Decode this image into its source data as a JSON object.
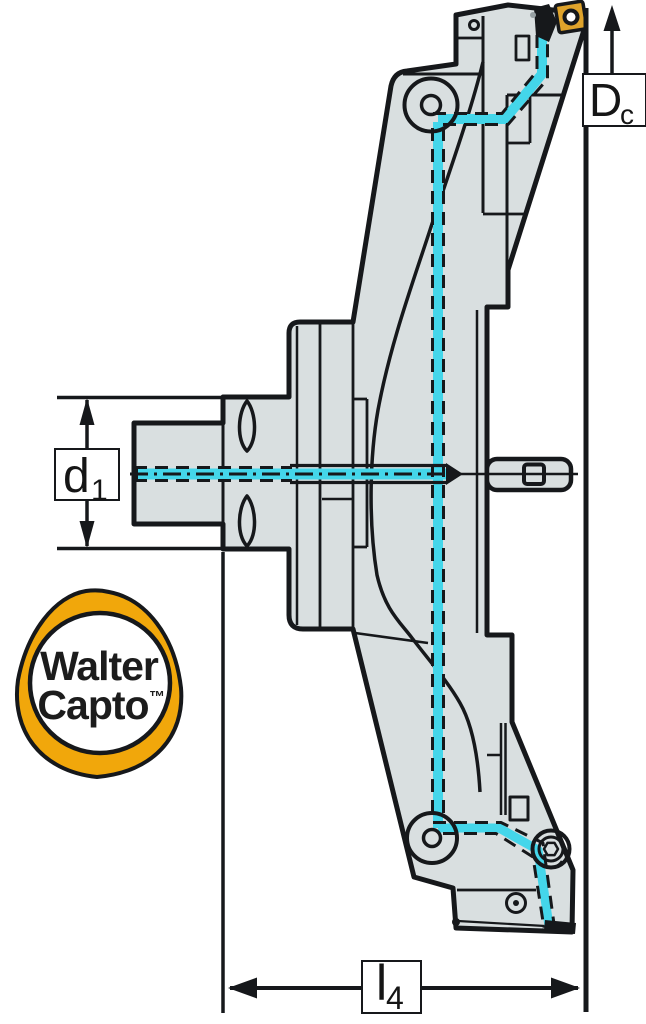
{
  "colors": {
    "paper": "#ffffff",
    "body_fill": "#d9dfe0",
    "outline": "#16181b",
    "coolant": "#44d6ea",
    "logo_orange": "#f1a70b",
    "insert_yellow": "#dfa32b"
  },
  "dimensions": {
    "dc": {
      "main": "D",
      "sub": "c"
    },
    "d1": {
      "main": "d",
      "sub": "1"
    },
    "l4": {
      "main": "l",
      "sub": "4"
    }
  },
  "logo": {
    "word1": "Walter",
    "word2": "Capto",
    "tm": "™"
  }
}
